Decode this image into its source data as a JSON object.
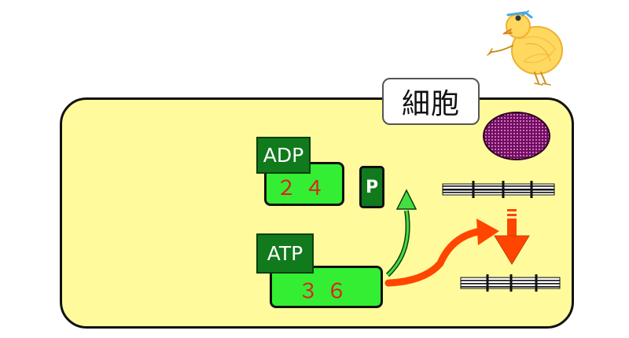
{
  "cell": {
    "label": "細胞"
  },
  "adp": {
    "label": "ADP",
    "value": "２４"
  },
  "atp": {
    "label": "ATP",
    "value": "３６"
  },
  "phosphate": {
    "label": "P"
  },
  "colors": {
    "cell_fill": "#fffb9c",
    "molecule_body": "#33ee33",
    "molecule_tag": "#117a1c",
    "value_text": "#e02020",
    "energy_arrow": "#ff4500",
    "nucleus": "#6a0f5c"
  },
  "icons": {
    "character": "chick-drawing-icon",
    "nucleus": "nucleus-blob",
    "fibers": "muscle-fiber-icon"
  }
}
